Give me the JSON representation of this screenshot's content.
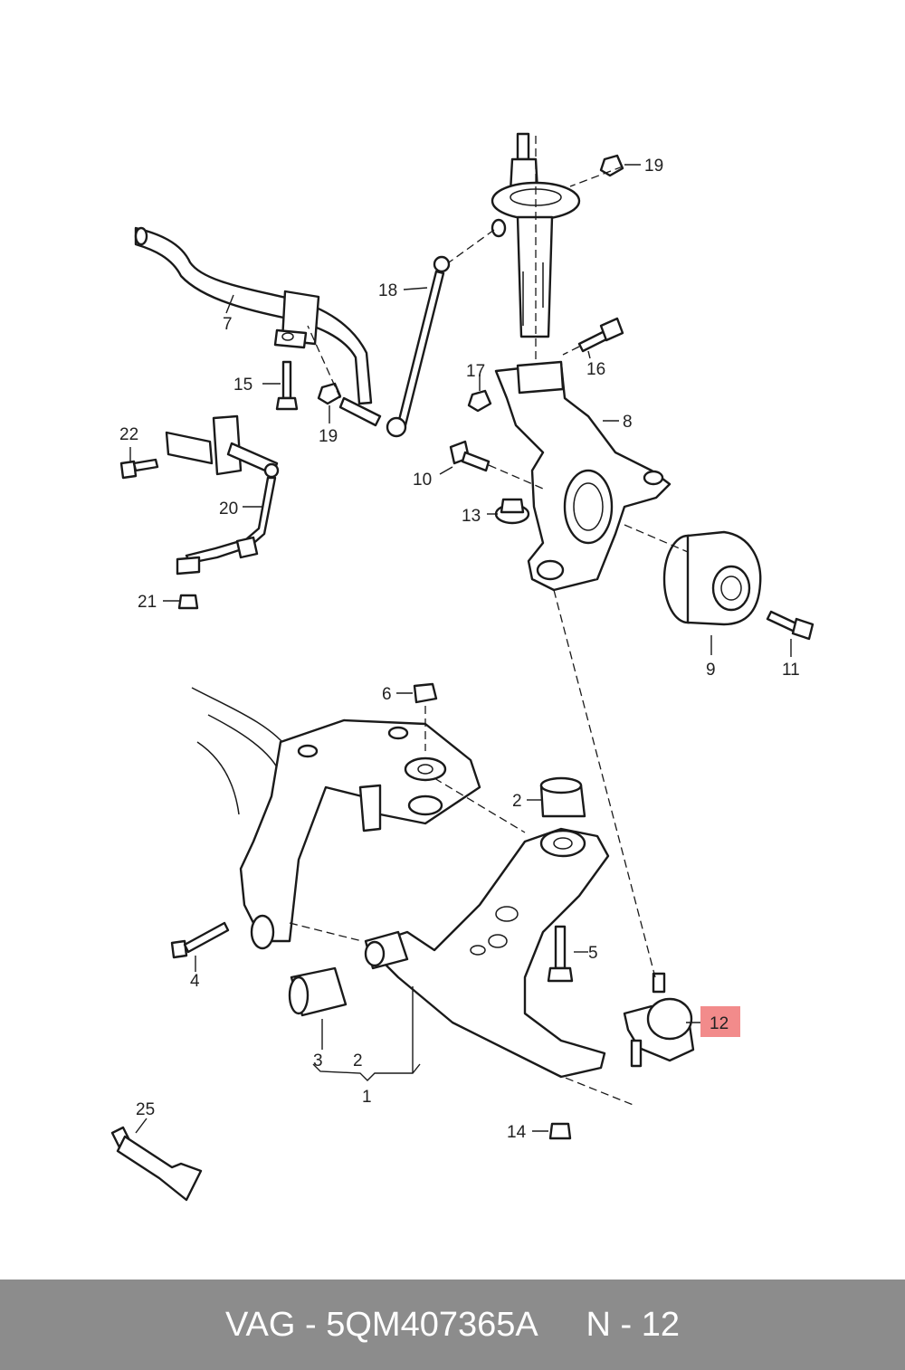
{
  "diagram": {
    "labels": {
      "p1": "1",
      "p2a": "2",
      "p2b": "2",
      "p3": "3",
      "p4": "4",
      "p5": "5",
      "p6": "6",
      "p7": "7",
      "p8": "8",
      "p9": "9",
      "p10": "10",
      "p11": "11",
      "p12": "12",
      "p13": "13",
      "p14": "14",
      "p15": "15",
      "p16": "16",
      "p17": "17",
      "p18": "18",
      "p19a": "19",
      "p19b": "19",
      "p20": "20",
      "p21": "21",
      "p22": "22",
      "p25": "25"
    },
    "highlight_color": "#f28b8b"
  },
  "footer": {
    "brand": "VAG",
    "part_number": "5QM407365A",
    "position": "N - 12"
  }
}
